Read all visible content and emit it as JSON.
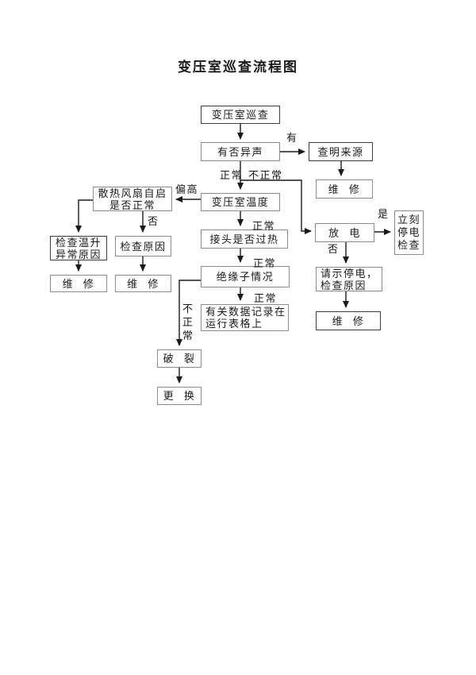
{
  "page": {
    "title": "变压室巡查流程图"
  },
  "flowchart": {
    "nodes": {
      "start": {
        "label": "变压室巡查"
      },
      "sound": {
        "label": "有否异声"
      },
      "source": {
        "label": "查明来源"
      },
      "repair_source": {
        "label": "维 修"
      },
      "temp": {
        "label": "变压室温度"
      },
      "fan": {
        "label": "散热风扇自启\n是否正常"
      },
      "cause_rise": {
        "label": "检查温升\n异常原因"
      },
      "cause": {
        "label": "检查原因"
      },
      "repair_rise": {
        "label": "维 修"
      },
      "repair_cause": {
        "label": "维 修"
      },
      "joint": {
        "label": "接头是否过热"
      },
      "insulator": {
        "label": "绝缘子情况"
      },
      "record": {
        "label": "有关数据记录在\n运行表格上"
      },
      "crack": {
        "label": "破 裂"
      },
      "replace": {
        "label": "更 换"
      },
      "discharge": {
        "label": "放 电"
      },
      "stop_now": {
        "label": "立刻\n停电\n检查"
      },
      "ask_stop": {
        "label": "请示停电，\n检查原因"
      },
      "repair_discharge": {
        "label": "维 修"
      }
    },
    "edge_labels": {
      "yes_sound": "有",
      "normal_sound": "正常",
      "abnormal_sound": "不正常",
      "high_temp": "偏高",
      "fan_no": "否",
      "temp_normal": "正常",
      "joint_normal": "正常",
      "insulator_normal": "正常",
      "insulator_abnormal": "不正常",
      "discharge_yes": "是",
      "discharge_no": "否"
    },
    "edges": [
      {
        "from": "变压室巡查",
        "to": "有否异声",
        "label": ""
      },
      {
        "from": "有否异声",
        "to": "查明来源",
        "label": "有"
      },
      {
        "from": "查明来源",
        "to": "维 修",
        "label": ""
      },
      {
        "from": "有否异声",
        "to": "变压室温度",
        "label": "正常"
      },
      {
        "from": "有否异声",
        "to": "放 电",
        "label": "不正常"
      },
      {
        "from": "变压室温度",
        "to": "散热风扇自启是否正常",
        "label": "偏高"
      },
      {
        "from": "散热风扇自启是否正常",
        "to": "检查原因",
        "label": "否"
      },
      {
        "from": "散热风扇自启是否正常",
        "to": "检查温升异常原因",
        "label": ""
      },
      {
        "from": "检查温升异常原因",
        "to": "维 修",
        "label": ""
      },
      {
        "from": "检查原因",
        "to": "维 修",
        "label": ""
      },
      {
        "from": "变压室温度",
        "to": "接头是否过热",
        "label": "正常"
      },
      {
        "from": "接头是否过热",
        "to": "绝缘子情况",
        "label": "正常"
      },
      {
        "from": "绝缘子情况",
        "to": "有关数据记录在运行表格上",
        "label": "正常"
      },
      {
        "from": "绝缘子情况",
        "to": "破 裂",
        "label": "不正常"
      },
      {
        "from": "破 裂",
        "to": "更 换",
        "label": ""
      },
      {
        "from": "放 电",
        "to": "立刻停电检查",
        "label": "是"
      },
      {
        "from": "放 电",
        "to": "请示停电，检查原因",
        "label": "否"
      },
      {
        "from": "请示停电，检查原因",
        "to": "维 修",
        "label": ""
      }
    ],
    "colors": {
      "background": "#ffffff",
      "line": "#1a1a1a",
      "box_border": "#8c8c8c",
      "box_border_dark": "#3c3c3c",
      "text": "#1a1a1a"
    }
  }
}
